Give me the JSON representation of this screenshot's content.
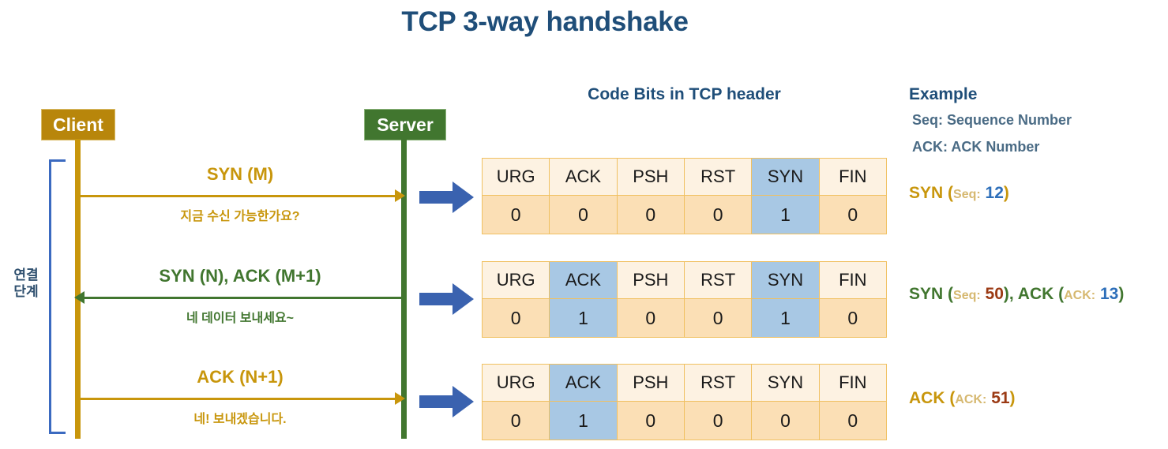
{
  "slide": {
    "title": "TCP 3-way handshake"
  },
  "diagram": {
    "client_label": "Client",
    "server_label": "Server",
    "phase_label_line1": "연결",
    "phase_label_line2": "단계",
    "messages": [
      {
        "label": "SYN (M)",
        "caption": "지금 수신 가능한가요?",
        "direction": "right",
        "color": "#C8960C"
      },
      {
        "label": "SYN (N), ACK (M+1)",
        "caption": "네 데이터 보내세요~",
        "direction": "left",
        "color": "#41762F"
      },
      {
        "label": "ACK (N+1)",
        "caption": "네! 보내겠습니다.",
        "direction": "right",
        "color": "#C8960C"
      }
    ]
  },
  "code_bits": {
    "heading": "Code Bits in TCP header",
    "columns": [
      "URG",
      "ACK",
      "PSH",
      "RST",
      "SYN",
      "FIN"
    ],
    "rows": [
      {
        "values": [
          "0",
          "0",
          "0",
          "0",
          "1",
          "0"
        ],
        "highlighted": [
          "SYN"
        ]
      },
      {
        "values": [
          "0",
          "1",
          "0",
          "0",
          "1",
          "0"
        ],
        "highlighted": [
          "ACK",
          "SYN"
        ]
      },
      {
        "values": [
          "0",
          "1",
          "0",
          "0",
          "0",
          "0"
        ],
        "highlighted": [
          "ACK"
        ]
      }
    ],
    "highlight_color": "#A8C8E4",
    "header_bg": "#FDF2E2",
    "value_bg": "#FBDFB5",
    "border_color": "#F0C060"
  },
  "example": {
    "heading": "Example",
    "legend_seq": "Seq: Sequence Number",
    "legend_ack": "ACK: ACK Number",
    "lines": [
      {
        "flag": "SYN",
        "open_paren": "(",
        "key1": "Seq:",
        "val1": "12",
        "close": ")",
        "flag_color": "#C8960C"
      },
      {
        "flag": "SYN",
        "open_paren": "(",
        "key1": "Seq:",
        "val1": "50",
        "middle": "), ACK (",
        "key2": "ACK:",
        "val2": "13",
        "close": ")",
        "flag2": "ACK",
        "flag_color": "#41762F"
      },
      {
        "flag": "ACK",
        "open_paren": "(",
        "key1": "ACK:",
        "val1": "51",
        "close": ")",
        "flag_color": "#C8960C"
      }
    ]
  },
  "icons": {
    "block_arrow": "right-block-arrow-icon"
  }
}
